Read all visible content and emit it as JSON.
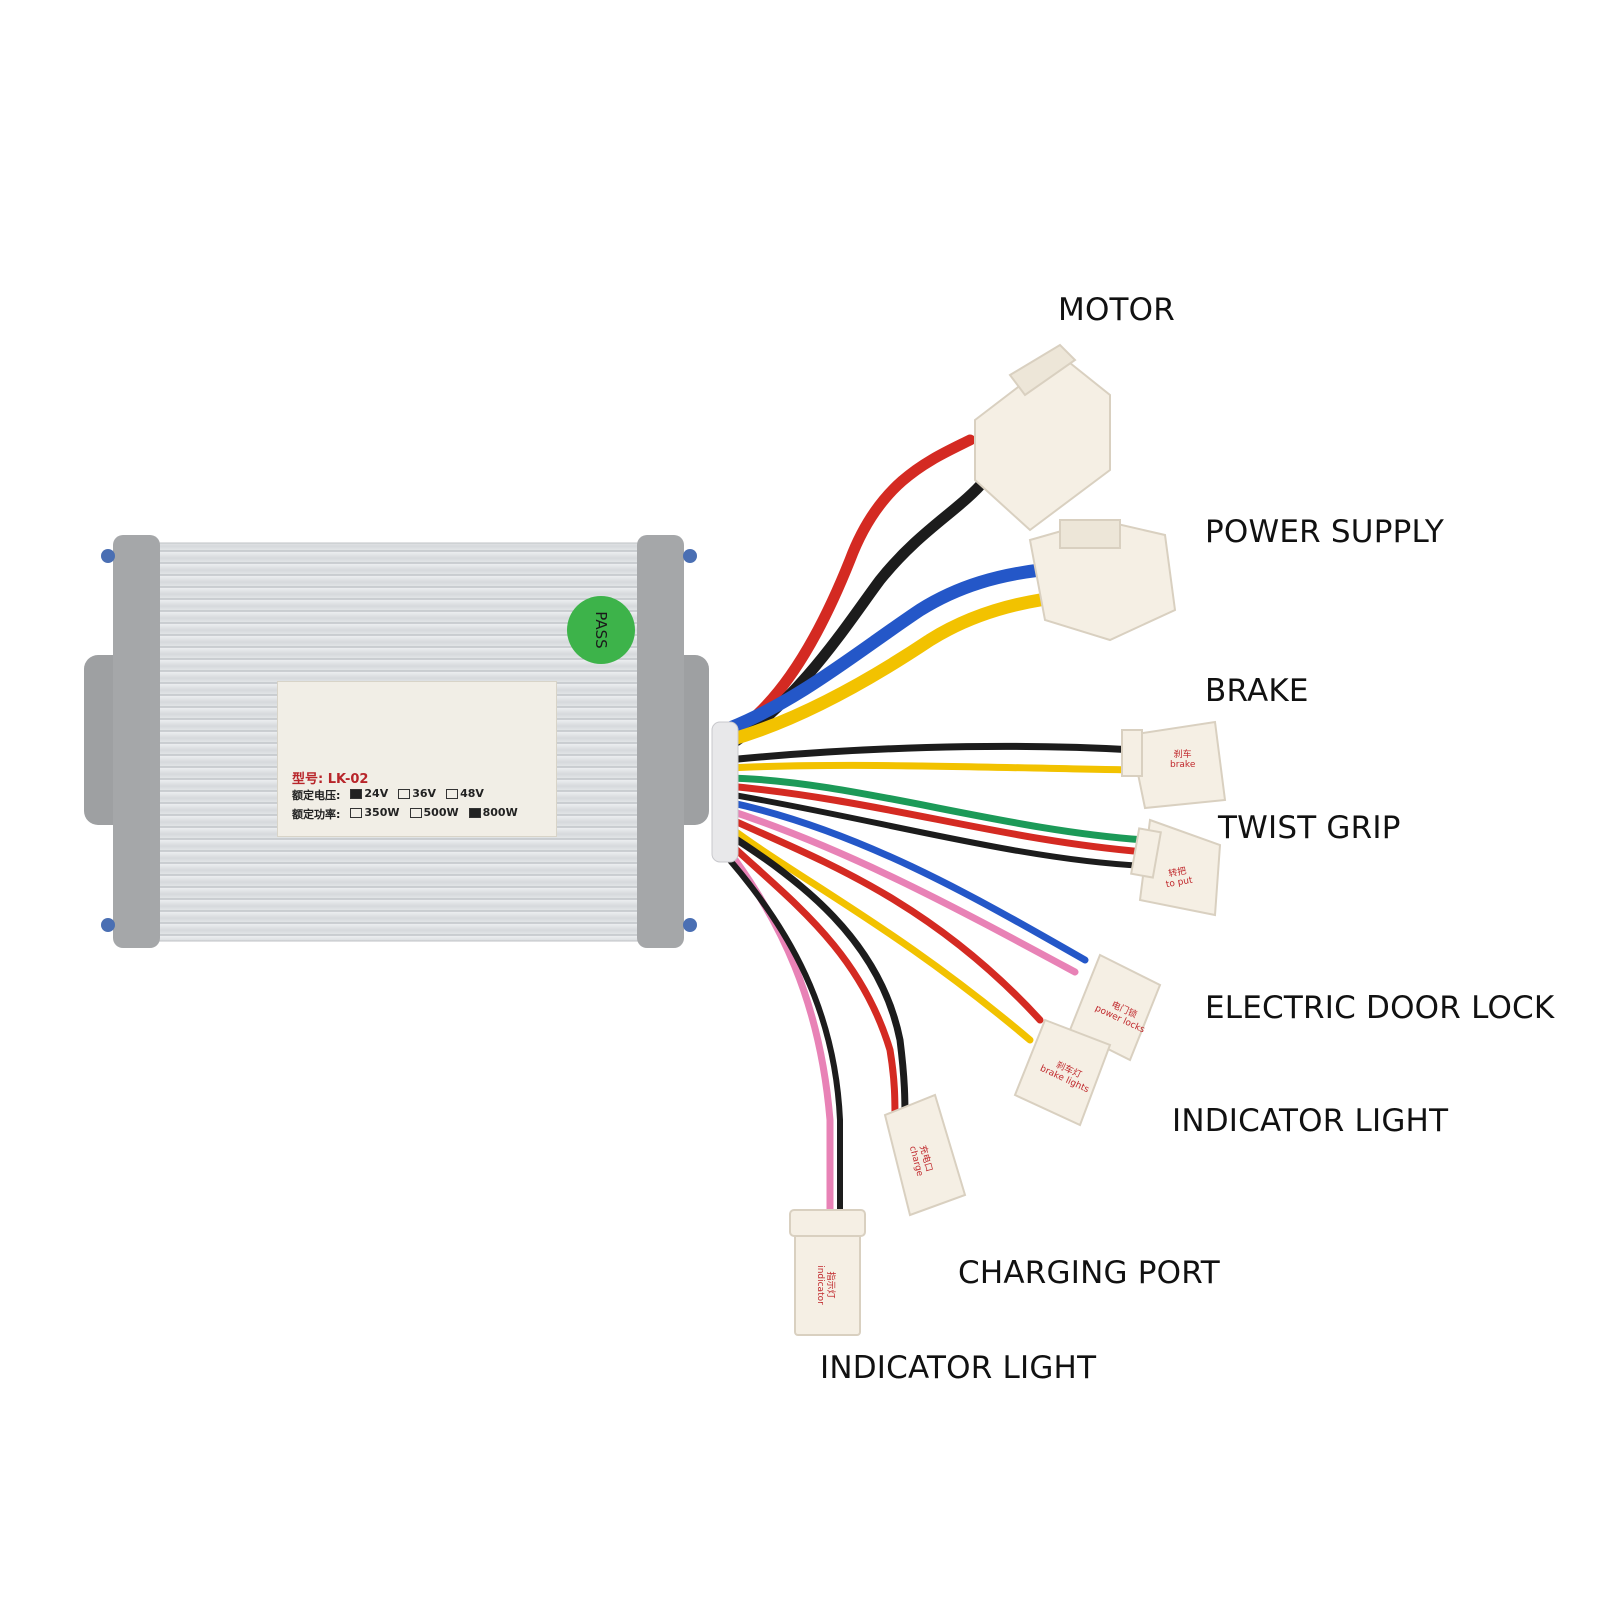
{
  "callouts": {
    "motor": "MOTOR",
    "power_supply": "POWER SUPPLY",
    "brake": "BRAKE",
    "twist_grip": "TWIST GRIP",
    "electric_door_lock": "ELECTRIC DOOR LOCK",
    "indicator_light_right": "INDICATOR LIGHT",
    "charging_port": "CHARGING PORT",
    "indicator_light_bottom": "INDICATOR LIGHT"
  },
  "device": {
    "seal_text": "PASS",
    "sticker": {
      "model": "型号: LK-02",
      "voltage_label": "额定电压:",
      "voltage_options": [
        "24V",
        "36V",
        "48V"
      ],
      "voltage_selected": "24V",
      "power_label": "额定功率:",
      "power_options": [
        "350W",
        "500W",
        "800W"
      ],
      "power_selected": "800W"
    }
  },
  "plug_labels": {
    "brake": [
      "刹车",
      "brake"
    ],
    "twist_grip": [
      "转把",
      "to put"
    ],
    "door_lock": [
      "电门锁",
      "power locks"
    ],
    "brake_lights": [
      "刹车灯",
      "brake lights"
    ],
    "charging": [
      "充电口",
      "charge"
    ],
    "indicator": [
      "指示灯",
      "indicator"
    ]
  },
  "colors": {
    "housing": "#d9dcdf",
    "end_caps": "#a9abad",
    "wire_red": "#d42a22",
    "wire_black": "#1c1c1c",
    "wire_blue": "#2457c8",
    "wire_yellow": "#f2c200",
    "wire_green": "#1c9a58",
    "wire_pink": "#e882b6",
    "plug": "#f5efe4"
  }
}
